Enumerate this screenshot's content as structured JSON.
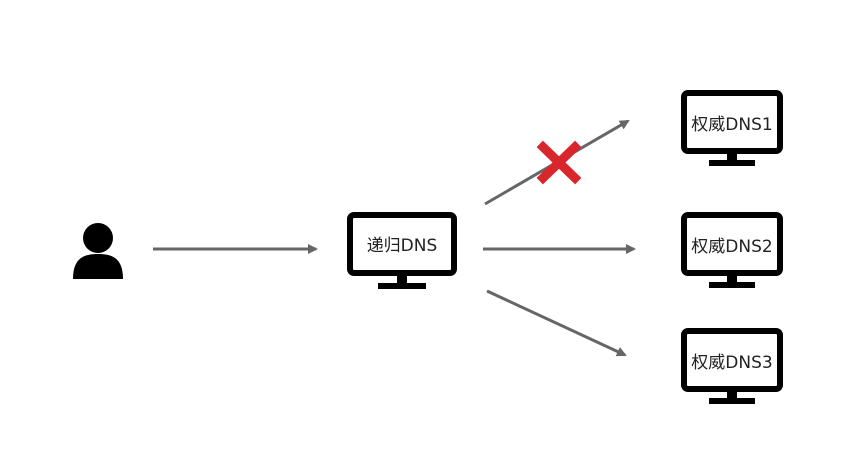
{
  "colors": {
    "monitor": "#000000",
    "arrow": "#666666",
    "failure_mark": "#d9262c",
    "user": "#000000"
  },
  "user": {
    "icon": "user-icon"
  },
  "recursive_dns": {
    "label": "递归DNS",
    "icon": "monitor-icon"
  },
  "authoritative_servers": [
    {
      "label": "权威DNS1",
      "icon": "monitor-icon",
      "reachable": false
    },
    {
      "label": "权威DNS2",
      "icon": "monitor-icon",
      "reachable": true
    },
    {
      "label": "权威DNS3",
      "icon": "monitor-icon",
      "reachable": true
    }
  ],
  "failure_marker": {
    "icon": "red-x-icon",
    "target": "权威DNS1"
  }
}
